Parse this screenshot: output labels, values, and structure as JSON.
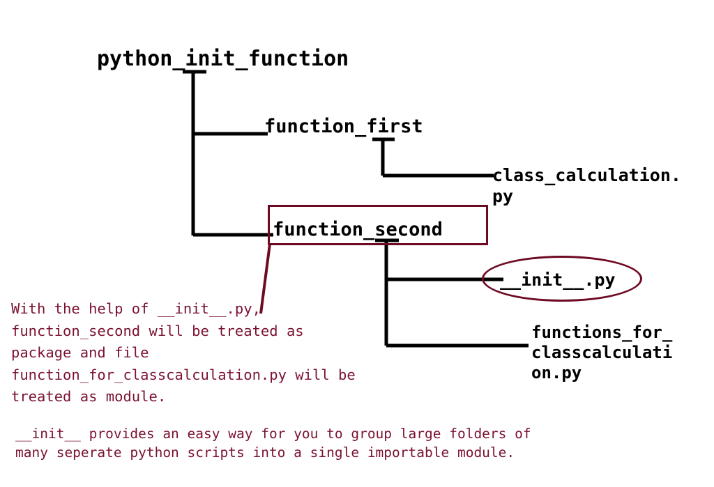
{
  "diagram": {
    "title": "python_init_function",
    "colors": {
      "line_black": "#000000",
      "accent_maroon": "#6e0b23",
      "note_text": "#7a1230",
      "background": "#ffffff"
    },
    "nodes": {
      "root": "python_init_function",
      "function_first": "function_first",
      "class_calculation": "class_calculation.\npy",
      "function_second": "function_second",
      "init_py": "__init__.py",
      "functions_for_classcalculation": "functions_for_\nclasscalculati\non.py"
    }
  },
  "notes": {
    "main": "With the help of __init__.py,\nfunction_second will be treated as\npackage and file\nfunction_for_classcalculation.py will be\ntreated as module.",
    "footer": "__init__ provides an easy way for you to group large folders of\nmany seperate python scripts into a single importable module."
  }
}
